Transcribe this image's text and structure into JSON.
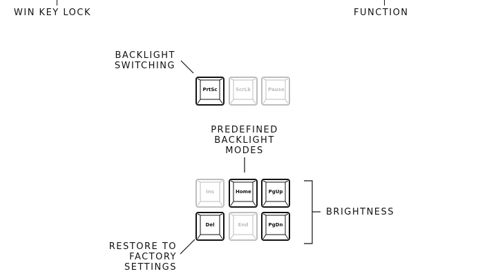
{
  "labels": {
    "win_key_lock": "WIN KEY LOCK",
    "function": "FUNCTION",
    "backlight_switching": [
      "BACKLIGHT",
      "SWITCHING"
    ],
    "predefined_modes": [
      "PREDEFINED",
      "BACKLIGHT",
      "MODES"
    ],
    "brightness": "BRIGHTNESS",
    "restore": [
      "RESTORE TO",
      "FACTORY",
      "SETTINGS"
    ]
  },
  "keys": {
    "prtsc": "PrtSc",
    "scrlk": "ScrLk",
    "pause": "Pause",
    "ins": "Ins",
    "home": "Home",
    "pgup": "PgUp",
    "del": "Del",
    "end": "End",
    "pgdn": "PgDn"
  },
  "colors": {
    "active_key": "#111111",
    "inactive_key": "#bdbdbd"
  }
}
